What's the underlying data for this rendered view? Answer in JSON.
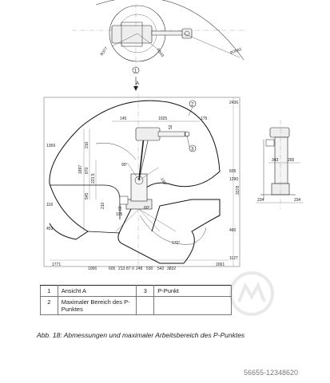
{
  "top_view": {
    "view_marker": "1",
    "view_arrow_label": "A",
    "radius_labels": [
      "R377",
      "R543",
      "R2061"
    ]
  },
  "side_view": {
    "point_markers": [
      "2",
      "3"
    ],
    "top_dims": [
      "145",
      "1025",
      "52",
      "175"
    ],
    "left_dims": [
      "210",
      "1369",
      "870",
      "1897",
      "223,5",
      "545",
      "118",
      "453"
    ],
    "inner_dims": [
      "210",
      "90°",
      "135°",
      "60",
      "105",
      "60°",
      "170°"
    ],
    "bottom_dims": [
      "1771",
      "1056",
      "605",
      "213",
      "87",
      "0",
      "248",
      "530",
      "542",
      "3832",
      "2061"
    ],
    "right_dims": [
      "2436",
      "605",
      "3378",
      "1290",
      "460",
      "1127"
    ]
  },
  "front_view": {
    "dims": [
      "343",
      "265",
      "234",
      "234"
    ]
  },
  "legend": {
    "rows": [
      {
        "num": "1",
        "text": "Ansicht A",
        "num2": "3",
        "text2": "P-Punkt"
      },
      {
        "num": "2",
        "text": "Maximaler Bereich des P-Punktes",
        "num2": "",
        "text2": ""
      }
    ]
  },
  "caption": "Abb. 18: Abmessungen und maximaler Arbeitsbereich des P-Punktes",
  "watermark": "56655-12348620"
}
